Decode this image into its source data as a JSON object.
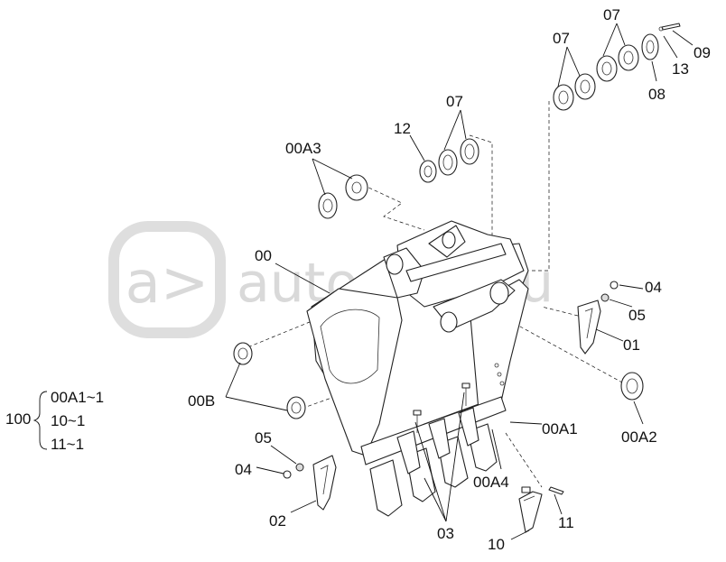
{
  "watermark": {
    "logo_text": "a>",
    "text": "autopiter.ru",
    "color": "#d9d9d9"
  },
  "callouts": {
    "l07_a": "07",
    "l07_b": "07",
    "l07_c": "07",
    "l09": "09",
    "l13": "13",
    "l08": "08",
    "l12": "12",
    "l00A3": "00A3",
    "l00": "00",
    "l04_r": "04",
    "l05_r": "05",
    "l01": "01",
    "l00B": "00B",
    "l00A1": "00A1",
    "l00A2": "00A2",
    "l05_l": "05",
    "l04_l": "04",
    "l00A4": "00A4",
    "l02": "02",
    "l03": "03",
    "l11": "11",
    "l10": "10"
  },
  "assembly": {
    "id": "100",
    "items": [
      "00A1~1",
      "10~1",
      "11~1"
    ]
  }
}
